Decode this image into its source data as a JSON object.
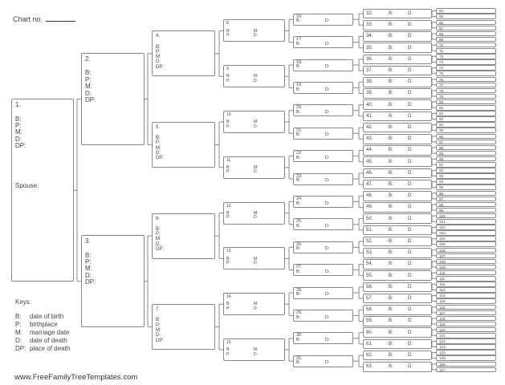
{
  "header": {
    "chart_no_label": "Chart no."
  },
  "fields": {
    "full": [
      "B:",
      "P:",
      "M:",
      "D:",
      "DP:"
    ],
    "spouse": "Spouse:",
    "g4_row1": [
      "B:",
      "M:"
    ],
    "g4_row2": [
      "P:",
      "D:"
    ],
    "g5": [
      "B:",
      "D:"
    ],
    "g6": [
      "B:",
      "D:"
    ]
  },
  "numbers": [
    "1.",
    "2.",
    "3.",
    "4.",
    "5.",
    "6.",
    "7.",
    "8.",
    "9.",
    "10.",
    "11.",
    "12.",
    "13.",
    "14.",
    "15.",
    "16.",
    "17.",
    "18.",
    "19.",
    "20.",
    "21.",
    "22.",
    "23.",
    "24.",
    "25.",
    "26.",
    "27.",
    "28.",
    "29.",
    "30.",
    "31.",
    "32.",
    "33.",
    "34.",
    "35.",
    "36.",
    "37.",
    "38.",
    "39.",
    "40.",
    "41.",
    "42.",
    "43.",
    "44.",
    "45.",
    "46.",
    "47.",
    "48.",
    "49.",
    "50.",
    "51.",
    "52.",
    "53.",
    "54.",
    "55.",
    "56.",
    "57.",
    "58.",
    "59.",
    "60.",
    "61.",
    "62.",
    "63.",
    "64.",
    "65.",
    "66.",
    "67.",
    "68.",
    "69.",
    "70.",
    "71.",
    "72.",
    "73.",
    "74.",
    "75.",
    "76.",
    "77.",
    "78.",
    "79.",
    "80.",
    "81.",
    "82.",
    "83.",
    "84.",
    "85.",
    "86.",
    "87.",
    "88.",
    "89.",
    "90.",
    "91.",
    "92.",
    "93.",
    "94.",
    "95.",
    "96.",
    "97.",
    "98.",
    "99.",
    "100.",
    "101.",
    "102.",
    "103.",
    "104.",
    "105.",
    "106.",
    "107.",
    "108.",
    "109.",
    "110.",
    "111.",
    "112.",
    "113.",
    "114.",
    "115.",
    "116.",
    "117.",
    "118.",
    "119.",
    "120.",
    "121.",
    "122.",
    "123.",
    "124.",
    "125.",
    "126.",
    "127."
  ],
  "keys": {
    "title": "Keys:",
    "items": [
      {
        "code": "B:",
        "desc": "date of birth"
      },
      {
        "code": "P:",
        "desc": "birthplace"
      },
      {
        "code": "M:",
        "desc": "marriage date"
      },
      {
        "code": "D:",
        "desc": "date of death"
      },
      {
        "code": "DP:",
        "desc": "place of death"
      }
    ]
  },
  "footer": {
    "website": "www.FreeFamilyTreeTemplates.com"
  }
}
